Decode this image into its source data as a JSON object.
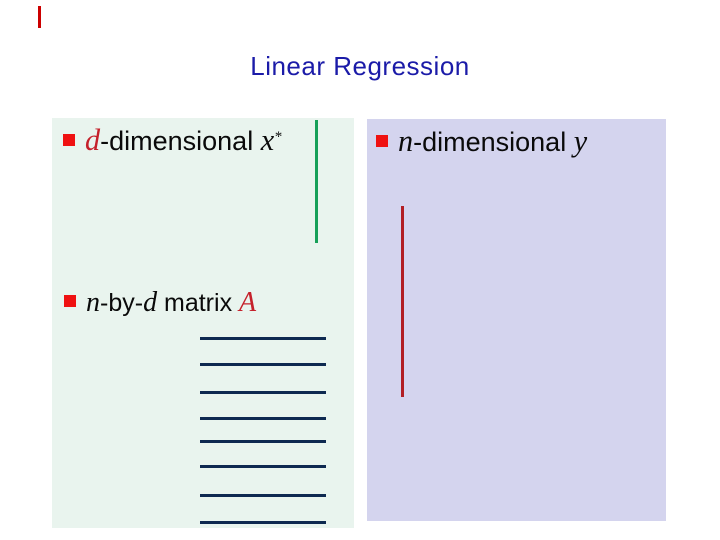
{
  "title": "Linear Regression",
  "bullets": {
    "d_dimensional": {
      "math1": "d",
      "text1": "-dimensional ",
      "math2": "x",
      "sup": "*"
    },
    "n_by_d": {
      "math1": "n",
      "text1": "-by-",
      "math2": "d",
      "text2": " matrix ",
      "math3": "A"
    },
    "n_dimensional": {
      "math1": "n",
      "text1": "-dimensional ",
      "math2": "y"
    }
  },
  "figures": {
    "matrix_rows": {
      "count": 8,
      "ys": [
        337,
        363,
        391,
        417,
        440,
        465,
        494,
        521
      ]
    }
  },
  "colors": {
    "title_blue": "#1b1ba8",
    "bullet_red": "#ef1111",
    "math_red": "#c5212b",
    "line_navy": "#0e2950",
    "line_green": "#17a058",
    "line_red": "#b21e24",
    "panel_mint": "#e9f4ee",
    "panel_lavender": "#d4d4ee",
    "edge_mark_red": "#cc0000"
  }
}
